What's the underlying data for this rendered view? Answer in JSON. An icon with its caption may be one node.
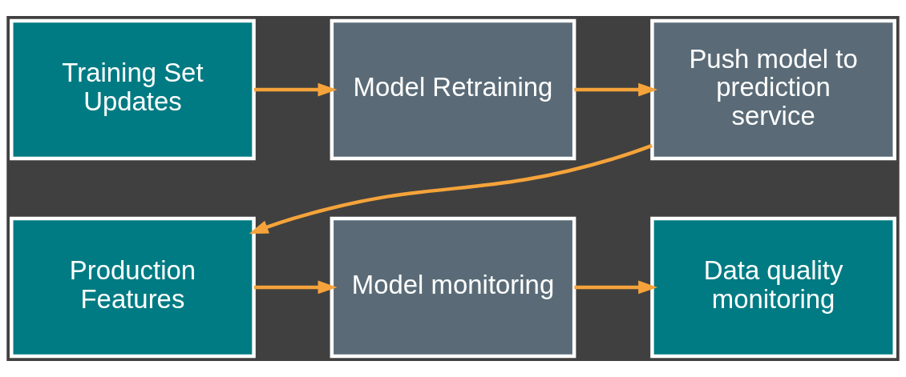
{
  "diagram": {
    "nodes": [
      {
        "text": [
          "Training Set Updates"
        ]
      },
      {
        "text": [
          "Model Retraining"
        ]
      },
      {
        "text": [
          "Push model to prediction service"
        ]
      },
      {
        "text": [
          "Production Features"
        ]
      },
      {
        "text": [
          "Model monitoring"
        ]
      },
      {
        "text": [
          "Data quality monitoring"
        ]
      }
    ],
    "edges": [
      {
        "from": 0,
        "to": 1,
        "arrow": "to"
      },
      {
        "from": 1,
        "to": 2,
        "arrow": "to"
      },
      {
        "from": 2,
        "to": 3,
        "arrow": "to"
      },
      {
        "from": 3,
        "to": 4,
        "arrow": "to"
      },
      {
        "from": 4,
        "to": 5,
        "arrow": "to"
      }
    ]
  }
}
